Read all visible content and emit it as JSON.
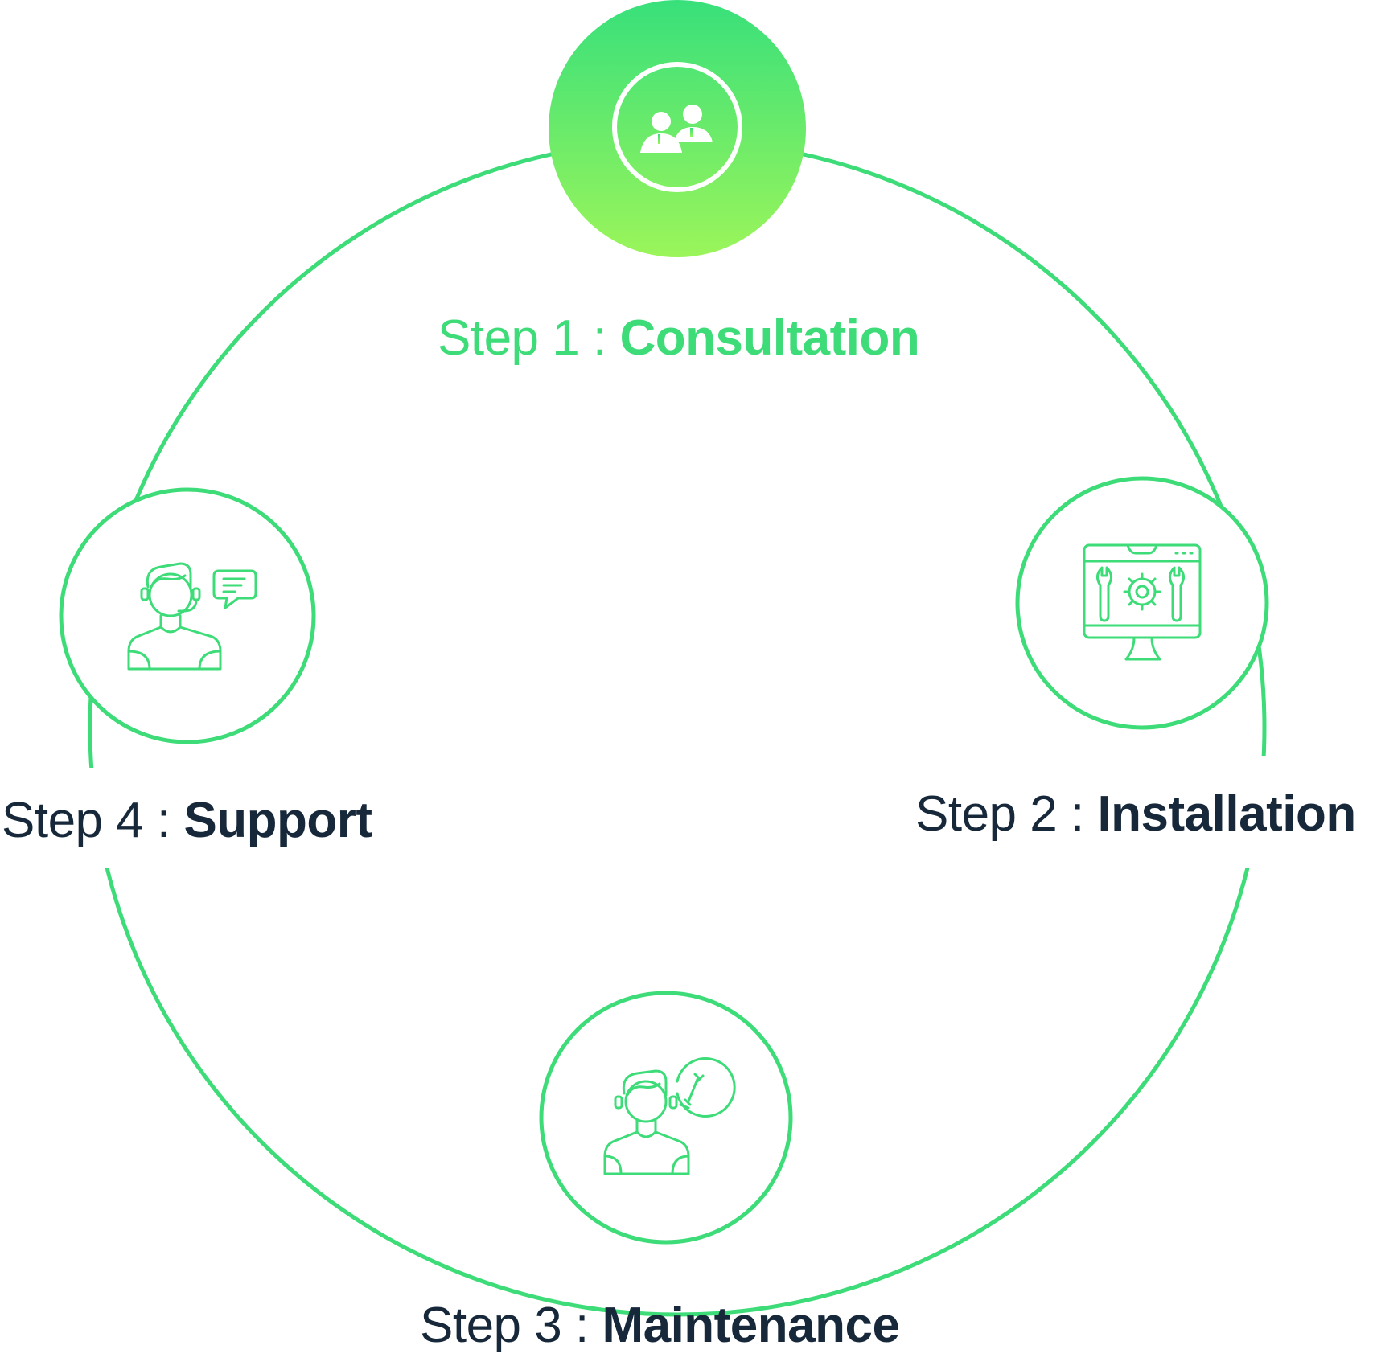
{
  "colors": {
    "accent": "#3ddc78",
    "gradient_top": "#38e07b",
    "gradient_bottom": "#9bf55a",
    "text_dark": "#16283a",
    "icon_on_accent": "#ffffff"
  },
  "steps": [
    {
      "prefix": "Step 1 : ",
      "name": "Consultation",
      "icon": "consultation-people-icon",
      "active": true
    },
    {
      "prefix": "Step 2 : ",
      "name": "Installation",
      "icon": "monitor-tools-gear-icon",
      "active": false
    },
    {
      "prefix": "Step 3 : ",
      "name": "Maintenance",
      "icon": "technician-wrench-icon",
      "active": false
    },
    {
      "prefix": "Step 4 : ",
      "name": "Support",
      "icon": "support-agent-chat-icon",
      "active": false
    }
  ]
}
